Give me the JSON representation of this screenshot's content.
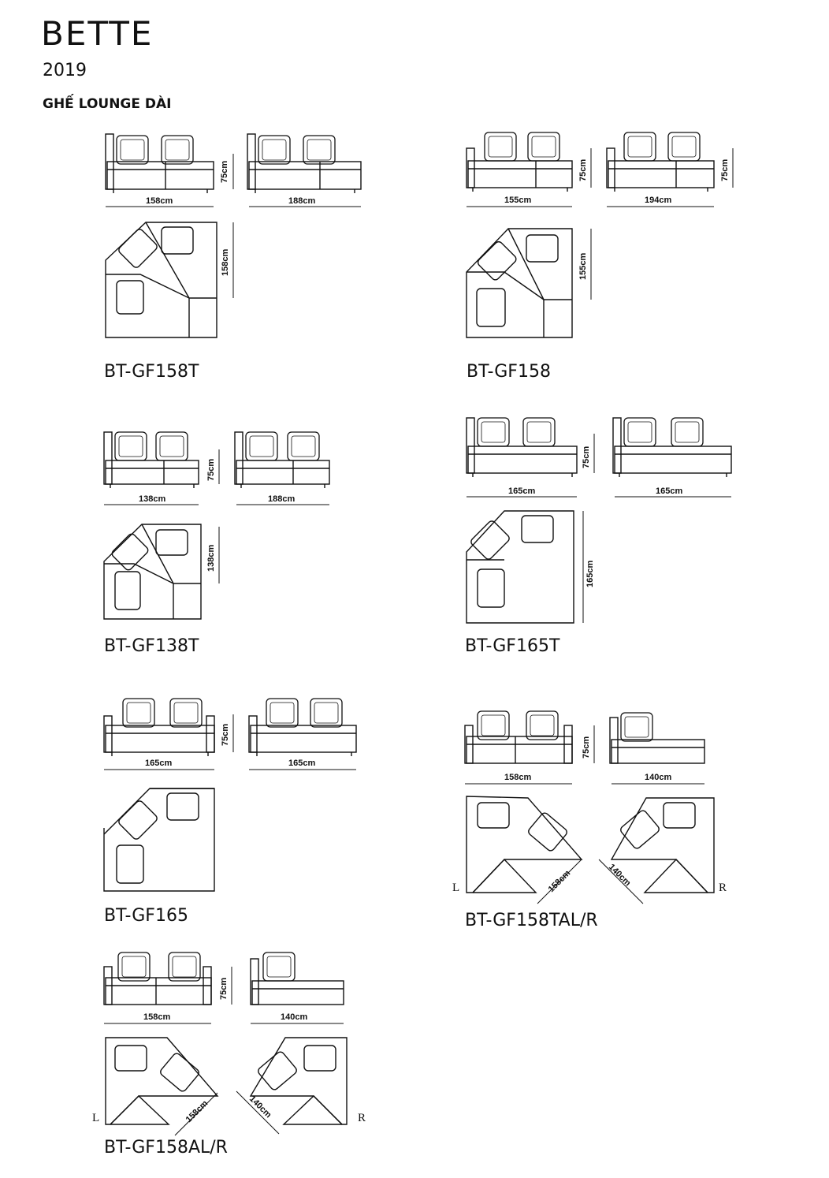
{
  "header": {
    "title": "BETTE",
    "year": "2019",
    "subtitle": "GHẾ LOUNGE DÀI"
  },
  "models": [
    {
      "code": "BT-GF158T",
      "dims": [
        "158cm",
        "188cm",
        "75cm",
        "158cm"
      ]
    },
    {
      "code": "BT-GF158",
      "dims": [
        "155cm",
        "194cm",
        "75cm",
        "75cm",
        "155cm"
      ]
    },
    {
      "code": "BT-GF138T",
      "dims": [
        "138cm",
        "188cm",
        "75cm",
        "138cm"
      ]
    },
    {
      "code": "BT-GF165T",
      "dims": [
        "165cm",
        "165cm",
        "75cm",
        "165cm"
      ]
    },
    {
      "code": "BT-GF165",
      "dims": [
        "165cm",
        "165cm",
        "75cm"
      ]
    },
    {
      "code": "BT-GF158TAL/R",
      "dims": [
        "158cm",
        "140cm",
        "75cm",
        "158cm",
        "140cm"
      ],
      "left_label": "L",
      "right_label": "R"
    },
    {
      "code": "BT-GF158AL/R",
      "dims": [
        "158cm",
        "140cm",
        "75cm",
        "158cm",
        "140cm"
      ],
      "left_label": "L",
      "right_label": "R"
    }
  ],
  "line_color": "#111111"
}
